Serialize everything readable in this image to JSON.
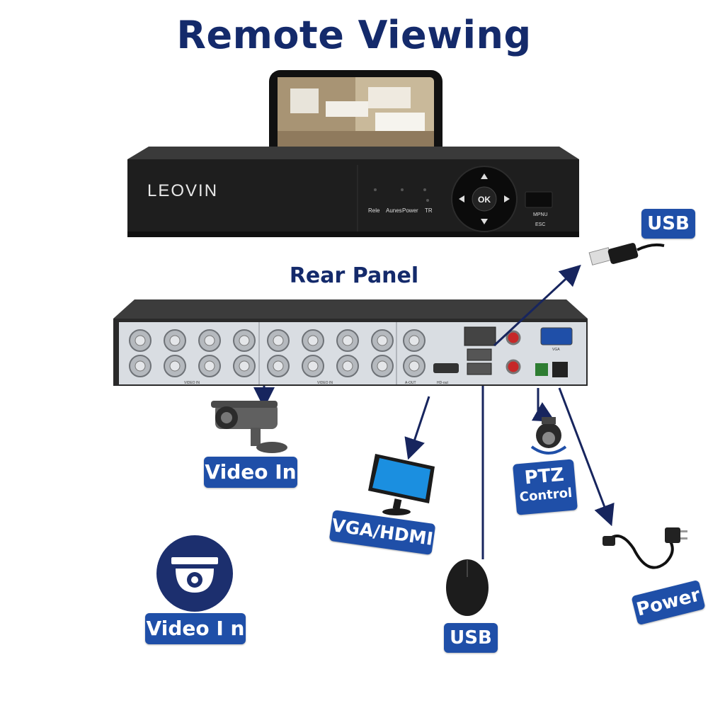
{
  "header": {
    "title": "Remote Viewing"
  },
  "front_panel": {
    "brand": "LEOVIN",
    "indicators": [
      "Rele",
      "Aunes",
      "Power",
      "TR"
    ],
    "nav_ok": "OK",
    "menu_label": "MPNU",
    "esc_label": "ESC"
  },
  "rear_panel": {
    "title": "Rear Panel",
    "port_labels": [
      "VIDEO IN",
      "VIDEO IN",
      "A-OUT",
      "HD-out",
      "VGA"
    ]
  },
  "labels": {
    "usb_top": "USB",
    "video_in": "Video In",
    "vga_hdmi": "VGA/HDMI",
    "ptz_line1": "PTZ",
    "ptz_line2": "Control",
    "usb_bottom": "USB",
    "power": "Power",
    "video_in_icon": "Video I n"
  },
  "colors": {
    "title": "#142a6b",
    "badge": "#1f4fa8",
    "arrow": "#17255e",
    "device": "#1e1e1e"
  }
}
